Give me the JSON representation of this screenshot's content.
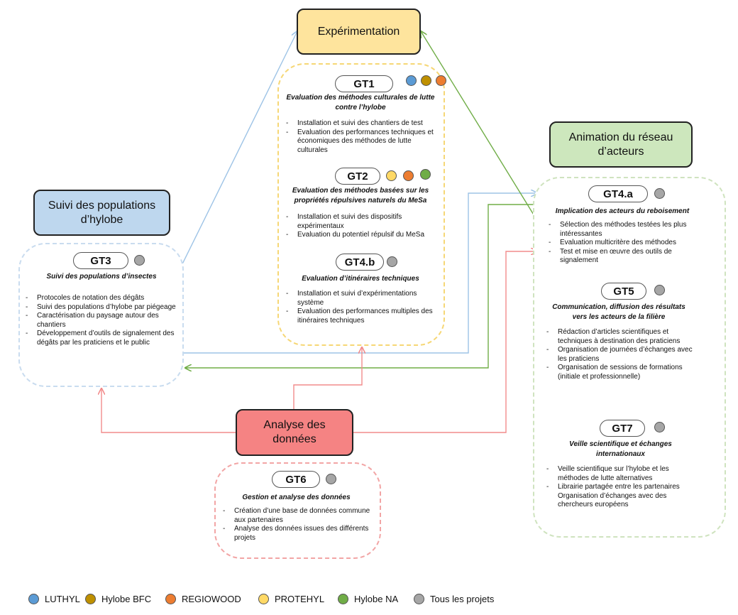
{
  "colors": {
    "luthyl": "#5b9bd5",
    "hylobe_bfc": "#bf9000",
    "regiowood": "#ed7d31",
    "protehyl": "#ffd966",
    "hylobe_na": "#70ad47",
    "tous": "#a6a6a6"
  },
  "boxes": {
    "experimentation": "Expérimentation",
    "animation": "Animation du réseau d’acteurs",
    "suivi": "Suivi des populations d’hylobe",
    "analyse": "Analyse des données"
  },
  "gt1": {
    "label": "GT1",
    "subtitle": "Evaluation des méthodes culturales de lutte contre l’hylobe",
    "items": [
      "Installation et suivi des chantiers de test",
      "Evaluation des performances techniques et économiques des méthodes de lutte culturales"
    ],
    "dots": [
      "luthyl",
      "hylobe_bfc",
      "regiowood"
    ]
  },
  "gt2": {
    "label": "GT2",
    "subtitle": "Evaluation des méthodes basées sur les propriétés répulsives naturels du MeSa",
    "items": [
      "Installation et suivi des dispositifs expérimentaux",
      "Evaluation du potentiel répulsif du MeSa"
    ],
    "dots": [
      "protehyl",
      "regiowood",
      "hylobe_na"
    ]
  },
  "gt4b": {
    "label": "GT4.b",
    "subtitle": "Evaluation d’itinéraires techniques",
    "items": [
      "Installation et suivi d’expérimentations système",
      "Evaluation des performances multiples des itinéraires techniques"
    ],
    "dots": [
      "tous"
    ]
  },
  "gt3": {
    "label": "GT3",
    "subtitle": "Suivi des populations d’insectes",
    "items": [
      "Protocoles de notation des dégâts",
      "Suivi des populations d’hylobe par piégeage",
      "Caractérisation du paysage autour des chantiers",
      "Développement d’outils de signalement des dégâts par les praticiens et le public"
    ],
    "dots": [
      "tous"
    ]
  },
  "gt4a": {
    "label": "GT4.a",
    "subtitle": "Implication des acteurs du reboisement",
    "items": [
      "Sélection des méthodes testées les plus intéressantes",
      "Evaluation multicritère des méthodes",
      "Test et mise en œuvre des outils de signalement"
    ],
    "dots": [
      "tous"
    ]
  },
  "gt5": {
    "label": "GT5",
    "subtitle": "Communication, diffusion des résultats vers les acteurs de la filière",
    "items": [
      "Rédaction d’articles scientifiques et techniques à destination des praticiens",
      "Organisation de journées d’échanges avec les praticiens",
      "Organisation de sessions de formations (initiale et professionnelle)"
    ],
    "dots": [
      "tous"
    ]
  },
  "gt7": {
    "label": "GT7",
    "subtitle": "Veille scientifique et échanges internationaux",
    "items": [
      "Veille scientifique sur l’hylobe et les méthodes de lutte alternatives",
      "Librairie partagée entre les partenaires Organisation d’échanges avec des chercheurs européens"
    ],
    "dots": [
      "tous"
    ]
  },
  "gt6": {
    "label": "GT6",
    "subtitle": "Gestion et analyse des données",
    "items": [
      "Création d’une base de données commune aux partenaires",
      "Analyse des données issues des différents projets"
    ],
    "dots": [
      "tous"
    ]
  },
  "legend": [
    {
      "key": "luthyl",
      "label": "LUTHYL"
    },
    {
      "key": "hylobe_bfc",
      "label": "Hylobe BFC"
    },
    {
      "key": "regiowood",
      "label": "REGIOWOOD"
    },
    {
      "key": "protehyl",
      "label": "PROTEHYL"
    },
    {
      "key": "hylobe_na",
      "label": "Hylobe NA"
    },
    {
      "key": "tous",
      "label": "Tous les projets"
    }
  ]
}
